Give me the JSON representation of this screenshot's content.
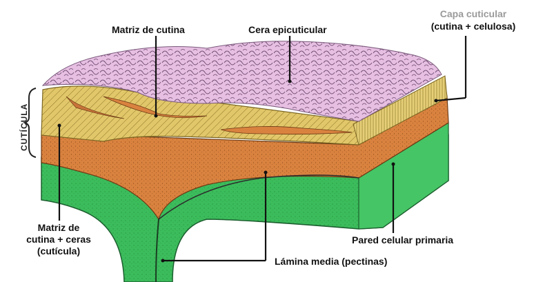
{
  "diagram": {
    "labels": {
      "matriz_cutina": "Matriz de cutina",
      "cera_epicuticular": "Cera epicuticular",
      "capa_cuticular_1": "Capa cuticular",
      "capa_cuticular_2": "(cutina + celulosa)",
      "cuticula_vertical": "CUTÍCULA",
      "matriz_ceras_1": "Matriz de",
      "matriz_ceras_2": "cutina + ceras",
      "matriz_ceras_3": "(cutícula)",
      "pared_celular": "Pared celular primaria",
      "lamina_media": "Lámina media (pectinas)"
    },
    "colors": {
      "wax": "#e3b9df",
      "cuticle_layer": "#e2c76a",
      "cutin_matrix": "#d9823f",
      "cell_wall": "#39b95a",
      "middle_lamella": "#1f7a3a"
    }
  }
}
